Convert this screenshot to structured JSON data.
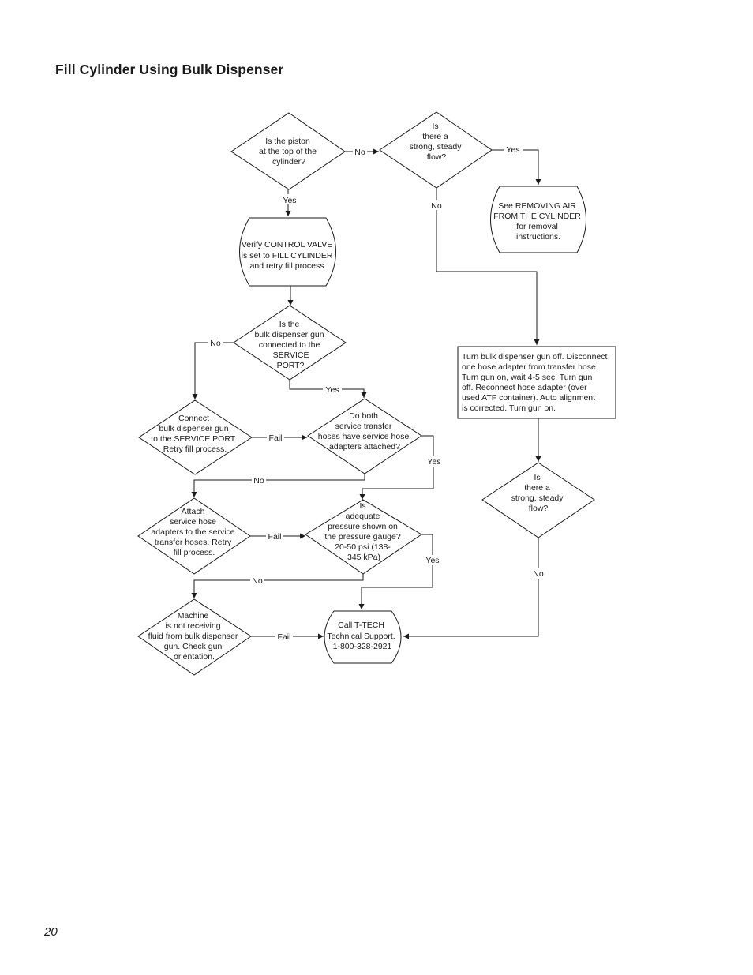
{
  "page": {
    "title": "Fill Cylinder Using Bulk Dispenser",
    "number": "20"
  },
  "nodes": {
    "piston_top": [
      "Is the piston",
      "at the top of the",
      "cylinder?"
    ],
    "strong_flow_1": [
      "Is",
      "there a",
      "strong, steady",
      "flow?"
    ],
    "removing_air": [
      "See REMOVING AIR",
      "FROM THE CYLINDER",
      "for removal",
      "instructions."
    ],
    "verify_valve": [
      "Verify CONTROL VALVE",
      "is set to FILL CYLINDER",
      "and retry fill process."
    ],
    "gun_connected": [
      "Is the",
      "bulk dispenser gun",
      "connected to the",
      "SERVICE",
      "PORT?"
    ],
    "turn_gun_off": [
      "Turn bulk dispenser gun off. Disconnect",
      "one hose adapter from transfer hose.",
      "Turn gun on, wait 4-5 sec. Turn gun",
      "off. Reconnect hose adapter (over",
      "used ATF container).  Auto alignment",
      "is corrected. Turn gun on."
    ],
    "connect_gun": [
      "Connect",
      "bulk dispenser gun",
      "to the SERVICE PORT.",
      "Retry fill process."
    ],
    "adapters_attached": [
      "Do both",
      "service transfer",
      "hoses have service hose",
      "adapters attached?"
    ],
    "strong_flow_2": [
      "Is",
      "there a",
      "strong, steady",
      "flow?"
    ],
    "attach_adapters": [
      "Attach",
      "service hose",
      "adapters to the service",
      "transfer hoses. Retry",
      "fill process."
    ],
    "pressure_gauge": [
      "Is",
      "adequate",
      "pressure shown on",
      "the pressure gauge?",
      "20-50 psi (138-",
      "345 kPa)"
    ],
    "not_receiving": [
      "Machine",
      "is not receiving",
      "fluid from bulk dispenser",
      "gun. Check gun",
      "orientation."
    ],
    "call_ttech": [
      "Call T-TECH",
      "Technical Support.",
      "1-800-328-2921"
    ]
  },
  "edges": {
    "piston_no": "No",
    "piston_yes": "Yes",
    "flow1_yes": "Yes",
    "flow1_no": "No",
    "gun_no": "No",
    "gun_yes": "Yes",
    "connect_fail": "Fail",
    "adapters_yes": "Yes",
    "adapters_no": "No",
    "attach_fail": "Fail",
    "pressure_yes": "Yes",
    "pressure_no": "No",
    "receiving_fail": "Fail",
    "flow2_no": "No"
  }
}
